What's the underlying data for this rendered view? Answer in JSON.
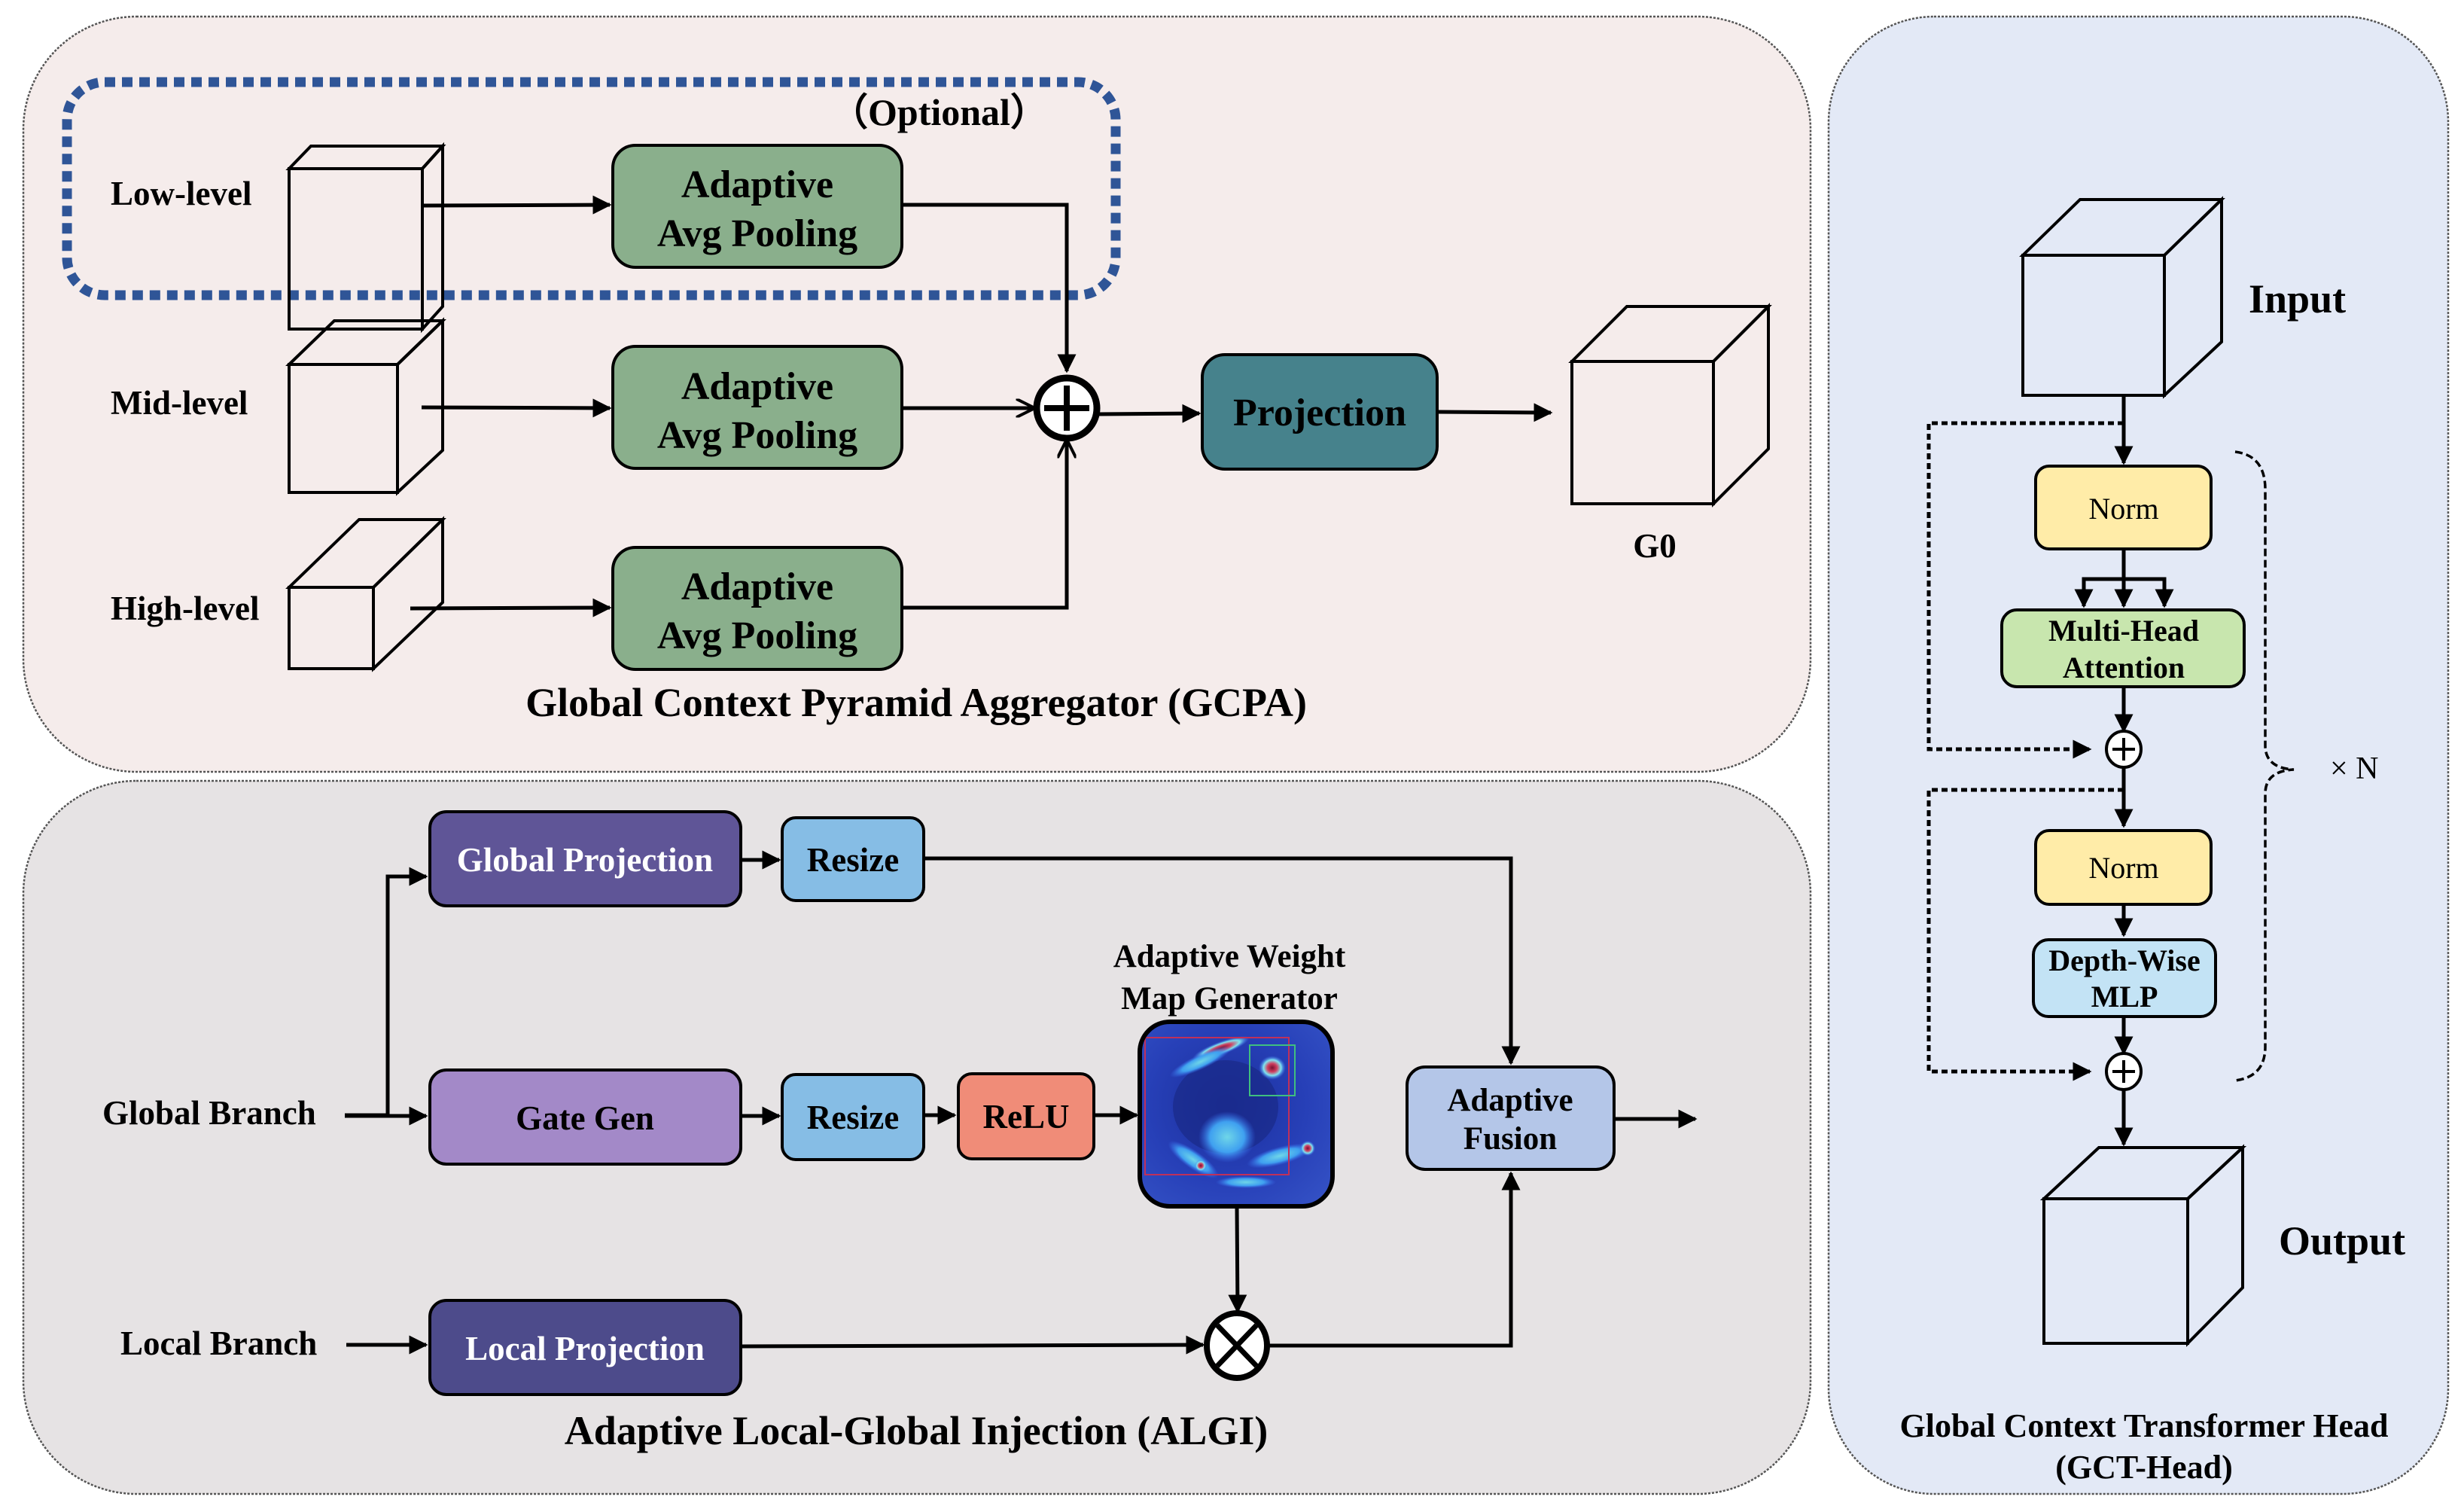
{
  "gcpa": {
    "title": "Global Context Pyramid Aggregator (GCPA)",
    "optional_label": "（Optional）",
    "levels": [
      {
        "label": "Low-level",
        "block": [
          "Adaptive",
          "Avg Pooling"
        ]
      },
      {
        "label": "Mid-level",
        "block": [
          "Adaptive",
          "Avg Pooling"
        ]
      },
      {
        "label": "High-level",
        "block": [
          "Adaptive",
          "Avg Pooling"
        ]
      }
    ],
    "sum_symbol": "+",
    "projection_label": "Projection",
    "output_label": "G0"
  },
  "algi": {
    "title": "Adaptive Local-Global Injection (ALGI)",
    "global_branch_label": "Global Branch",
    "local_branch_label": "Local Branch",
    "global_projection_label": "Global Projection",
    "gate_gen_label": "Gate Gen",
    "resize_label": "Resize",
    "relu_label": "ReLU",
    "weight_map_label": [
      "Adaptive Weight",
      "Map Generator"
    ],
    "local_projection_label": "Local Projection",
    "fusion_label": [
      "Adaptive",
      "Fusion"
    ],
    "multiply_symbol": "×"
  },
  "gct": {
    "title": [
      "Global Context Transformer Head",
      "(GCT-Head)"
    ],
    "input_label": "Input",
    "output_label": "Output",
    "norm_label": "Norm",
    "mha_label": [
      "Multi-Head",
      "Attention"
    ],
    "mlp_label": [
      "Depth-Wise",
      "MLP"
    ],
    "repeat_label": "× N"
  },
  "colors": {
    "gcpa_bg": "#f5eceb",
    "algi_bg": "#e6e3e4",
    "gct_bg": "#e3e9f6",
    "pooling": "#8aaf8c",
    "projection": "#46828c",
    "optional_border": "#2f5597",
    "light_cube_front": "#d9e1f4",
    "light_cube_top": "#e4e9f7",
    "light_cube_side": "#aeb6c8",
    "dark_cube_front": "#1f5a8a",
    "dark_cube_top": "#4b799f",
    "dark_cube_side": "#1a4870",
    "global_projection": "#5f5597",
    "gate_gen": "#a389c8",
    "resize": "#86bde5",
    "relu": "#f08c78",
    "local_projection": "#4d4b8b",
    "fusion": "#b4c6e8",
    "norm": "#ffeca8",
    "mha": "#c8e6ae",
    "mlp": "#c3e3f5"
  }
}
